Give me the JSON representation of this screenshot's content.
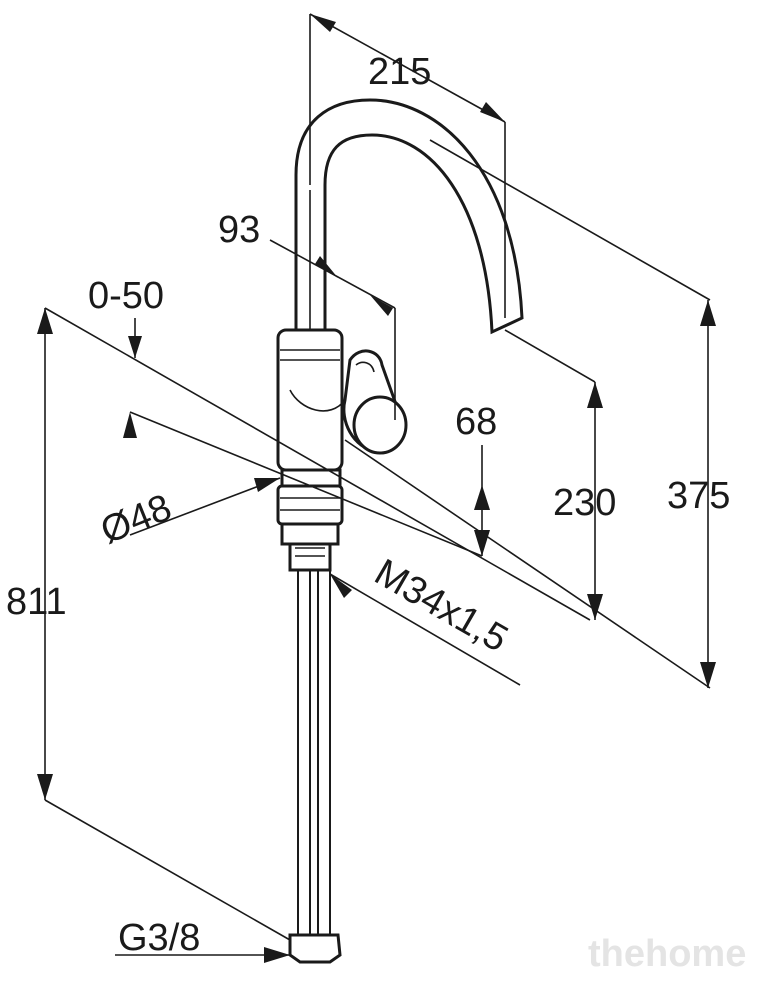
{
  "dimensions": {
    "reach": "215",
    "lever_offset": "93",
    "swivel_range": "0-50",
    "spout_clearance": "230",
    "total_above_deck": "375",
    "handle_height": "68",
    "base_diameter": "Ø48",
    "overall_height": "811",
    "thread": "M34x1,5",
    "hose_connection": "G3/8"
  },
  "watermark": "thehome"
}
